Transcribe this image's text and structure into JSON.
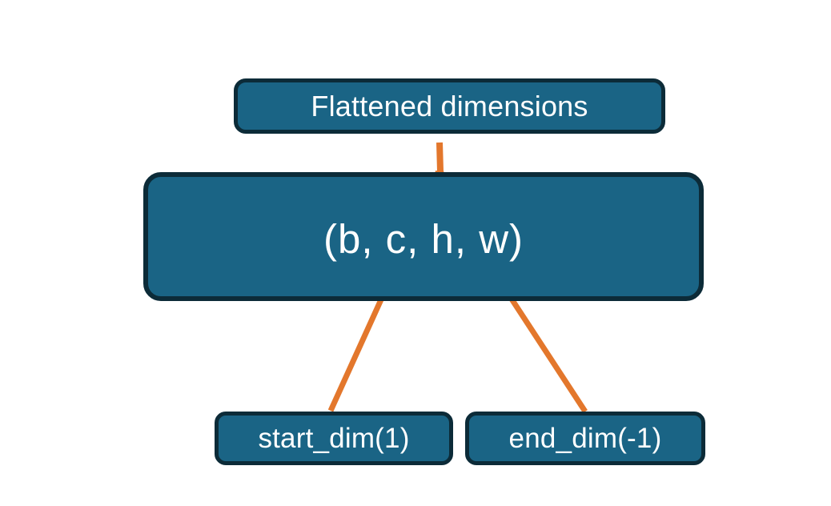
{
  "diagram": {
    "title_node": {
      "label": "Flattened dimensions",
      "name": "flattened-dimensions-box"
    },
    "tuple_node": {
      "label": "(b, c, h, w)",
      "name": "tensor-shape-tuple-box",
      "dims": [
        "b",
        "c",
        "h",
        "w"
      ]
    },
    "argument_nodes": [
      {
        "label": "start_dim(1)",
        "name": "start-dim-box"
      },
      {
        "label": "end_dim(-1)",
        "name": "end-dim-box"
      }
    ],
    "connectors": [
      {
        "name": "brace-flattened-span",
        "type": "curly-brace",
        "from": "tuple-dims-c-to-w",
        "to": "flattened-dimensions-box"
      },
      {
        "name": "arrow-start-dim-to-c",
        "type": "arrow",
        "from": "start-dim-box",
        "to": "tuple-dim-c"
      },
      {
        "name": "arrow-end-dim-to-w",
        "type": "arrow",
        "from": "end-dim-box",
        "to": "tuple-dim-w"
      }
    ],
    "colors": {
      "box_fill": "#1a6485",
      "box_border": "#0c2b38",
      "connector": "#e3772c",
      "label_text": "#ffffff",
      "background": "#ffffff"
    }
  }
}
